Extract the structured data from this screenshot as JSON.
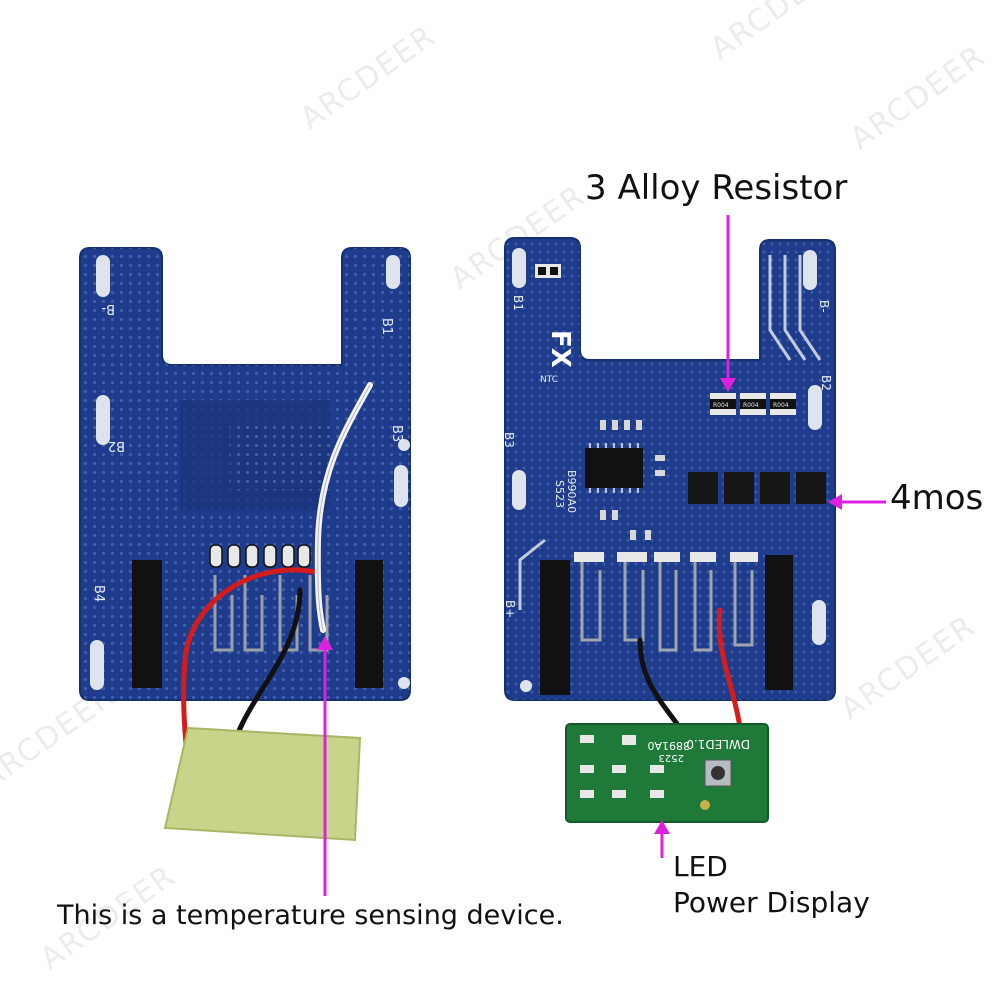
{
  "watermark": "ARCDEER",
  "callouts": {
    "alloy_resistor": "3 Alloy Resistor",
    "mos": "4mos",
    "led_line1": "LED",
    "led_line2": "Power Display",
    "temperature": "This is a temperature sensing device."
  },
  "board_markings": {
    "left_b1": "B1",
    "left_bminus": "B-",
    "left_b2": "B2",
    "left_b3": "B3",
    "left_b4": "B4",
    "right_b1": "B1",
    "right_fx": "FX",
    "right_bminus": "B-",
    "right_b2": "B2",
    "right_b3": "B3",
    "right_bplus": "B+",
    "right_ntc": "NTC",
    "right_code": "B990A0",
    "right_code2": "S523",
    "r004": "R004",
    "led_board_code": "3891A0",
    "led_board_name": "DWLED1.0",
    "led_board_date": "2523"
  },
  "colors": {
    "pcb_blue": "#1f3c8c",
    "pcb_dark": "#142a66",
    "annotation_magenta": "#e020e0",
    "led_pcb_green": "#1f7a3a",
    "ntc_board": "#c8d48a"
  }
}
